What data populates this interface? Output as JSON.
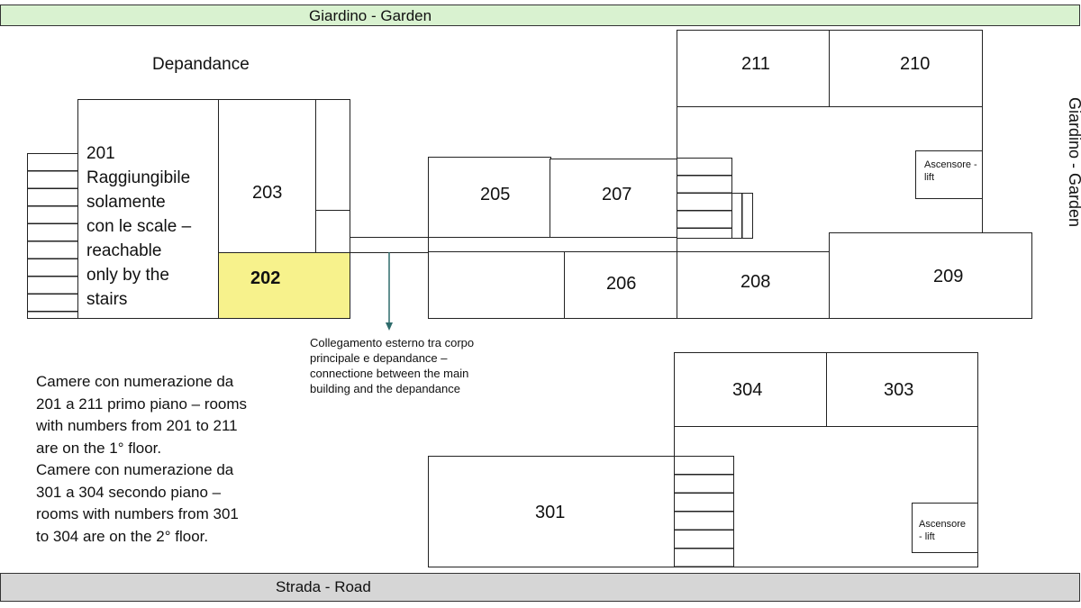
{
  "labels": {
    "top_garden": "Giardino - Garden",
    "side_garden": "Giardino - Garden",
    "road": "Strada - Road",
    "depandance": "Depandance",
    "room_201_text": "201\nRaggiungibile\nsolamente\ncon le scale –\nreachable\nonly by the\nstairs",
    "connection_note": "Collegamento esterno tra corpo\nprincipale e depandance –\nconnectione between the main\nbuilding and the depandance",
    "legend_text": "Camere con numerazione da\n201 a 211 primo piano – rooms\nwith numbers from 201 to 211\nare on the 1° floor.\nCamere con numerazione da\n301 a 304 secondo piano –\nrooms with numbers from 301\nto 304 are on the 2° floor.",
    "lift_1": "Ascensore -\nlift",
    "lift_2": "Ascensore\n- lift"
  },
  "rooms": {
    "r202": "202",
    "r203": "203",
    "r205": "205",
    "r206": "206",
    "r207": "207",
    "r208": "208",
    "r209": "209",
    "r210": "210",
    "r211": "211",
    "r301": "301",
    "r303": "303",
    "r304": "304"
  },
  "colors": {
    "garden_band": "#d9f2d0",
    "road_band": "#d6d6d6",
    "highlight_room": "#f7f28c",
    "arrow": "#2e6b6b"
  }
}
